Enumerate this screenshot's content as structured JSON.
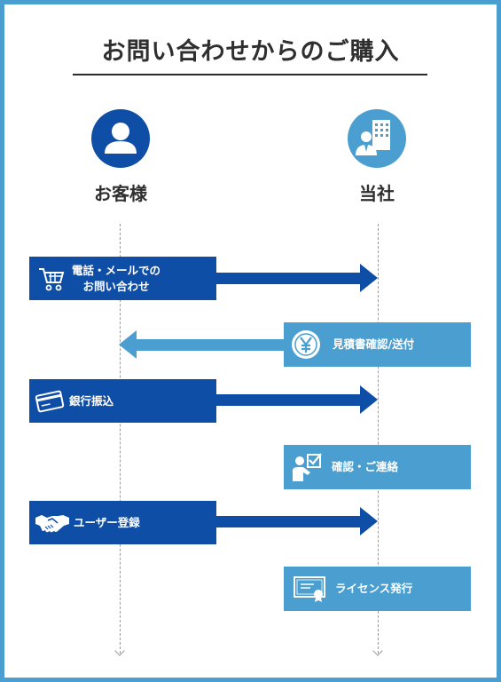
{
  "title": "お問い合わせからのご購入",
  "actors": {
    "customer": {
      "label": "お客様"
    },
    "company": {
      "label": "当社"
    }
  },
  "steps": [
    {
      "direction": "customer-to-company",
      "lines": [
        "電話・メールでの",
        "お問い合わせ"
      ],
      "icon": "shopping-cart-icon"
    },
    {
      "direction": "company-to-customer",
      "lines": [
        "見積書確認/送付"
      ],
      "icon": "yen-icon"
    },
    {
      "direction": "customer-to-company",
      "lines": [
        "銀行振込"
      ],
      "icon": "credit-card-icon"
    },
    {
      "direction": "company-side",
      "lines": [
        "確認・ご連絡"
      ],
      "icon": "checklist-person-icon"
    },
    {
      "direction": "customer-to-company",
      "lines": [
        "ユーザー登録"
      ],
      "icon": "handshake-icon"
    },
    {
      "direction": "company-side",
      "lines": [
        "ライセンス発行"
      ],
      "icon": "certificate-icon"
    }
  ],
  "colors": {
    "dark_blue": "#0e4ea6",
    "light_blue": "#4a9fd0",
    "border": "#4a9fd0",
    "title_text": "#2f2f2f"
  }
}
